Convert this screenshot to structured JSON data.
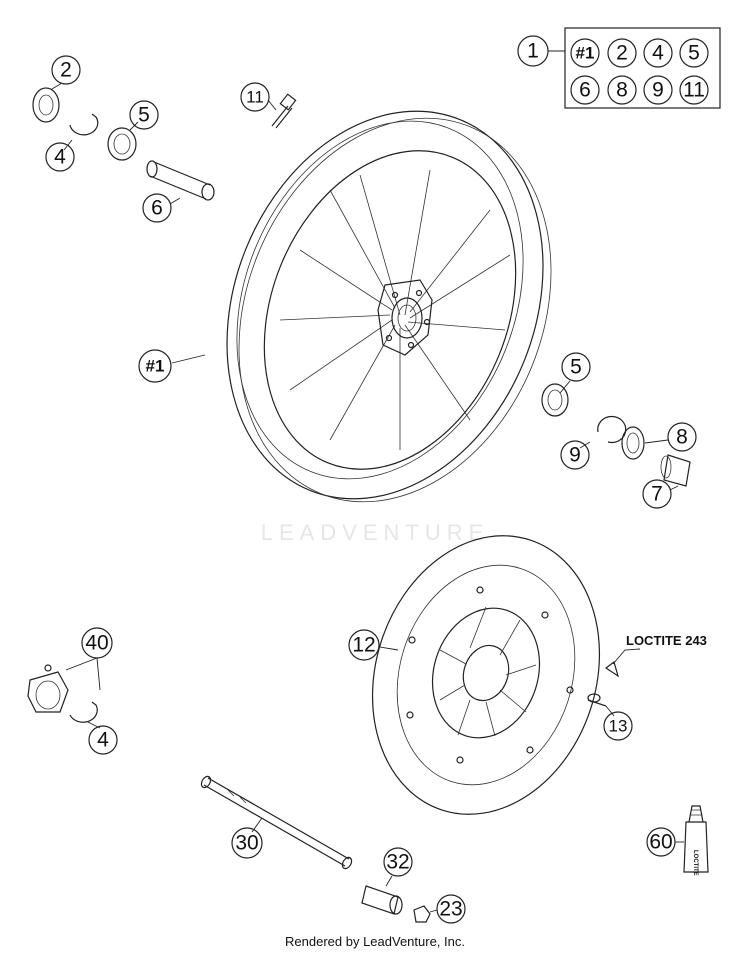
{
  "header_kit": {
    "kit_callout": "1",
    "kit_items": [
      "#1",
      "2",
      "4",
      "5",
      "6",
      "8",
      "9",
      "11"
    ]
  },
  "callouts": {
    "c2_top": "2",
    "c4_top": "4",
    "c5_top": "5",
    "c6_top": "6",
    "c11_top": "11",
    "c1_wheel": "#1",
    "c5_right": "5",
    "c8_right": "8",
    "c9_right": "9",
    "c7_right": "7",
    "c12_disc": "12",
    "c13_bolt": "13",
    "c40": "40",
    "c4_bottom": "4",
    "c30": "30",
    "c32": "32",
    "c23": "23",
    "c60": "60"
  },
  "labels": {
    "loctite": "LOCTITE 243",
    "watermark": "LEADVENTURE",
    "footer": "Rendered by LeadVenture, Inc.",
    "bottle_text": "LOCTITE"
  }
}
